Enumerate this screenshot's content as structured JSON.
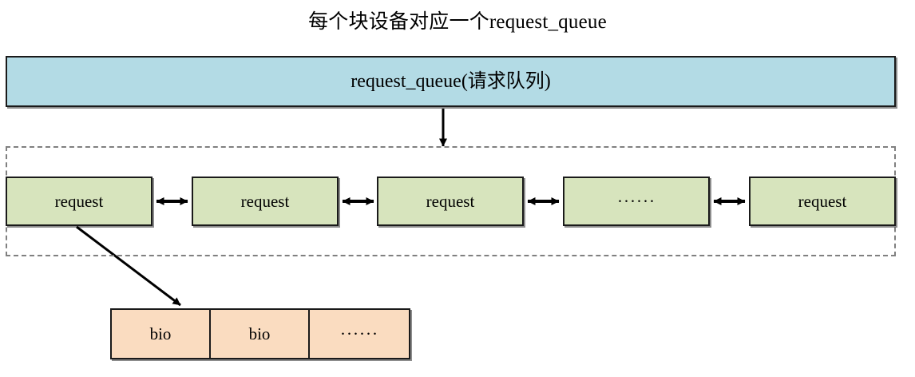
{
  "title": "每个块设备对应一个request_queue",
  "queue": {
    "label": "request_queue(请求队列)",
    "fill": "#b3dbe5",
    "stroke": "#1a1a1a"
  },
  "request_list": {
    "container": {
      "style": "dashed",
      "stroke": "#808080"
    },
    "fill": "#d7e4bd",
    "stroke": "#1a1a1a",
    "nodes": [
      {
        "label": "request"
      },
      {
        "label": "request"
      },
      {
        "label": "request"
      },
      {
        "label": "······"
      },
      {
        "label": "request"
      }
    ],
    "connector": "double-arrow"
  },
  "bio_list": {
    "fill": "#fadcc0",
    "stroke": "#1a1a1a",
    "cells": [
      {
        "label": "bio"
      },
      {
        "label": "bio"
      },
      {
        "label": "······"
      }
    ]
  },
  "arrows": {
    "queue_to_list": "down-arrow",
    "request_to_bio": "diagonal-arrow"
  }
}
